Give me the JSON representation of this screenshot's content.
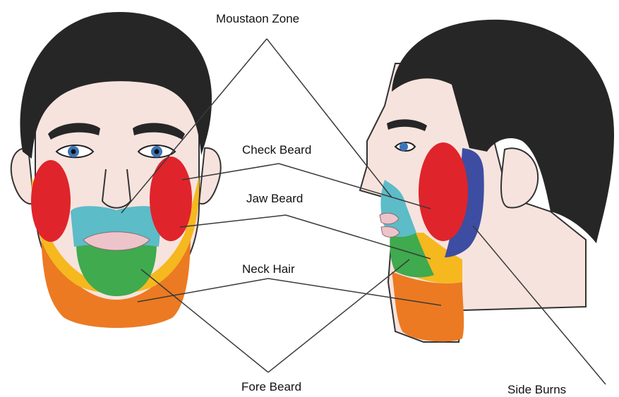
{
  "labels": {
    "moustache": "Moustaon Zone",
    "cheek": "Check Beard",
    "jaw": "Jaw Beard",
    "neck": "Neck Hair",
    "fore": "Fore Beard",
    "side": "Side Burns"
  },
  "colors": {
    "skin": "#f7e3dd",
    "hair": "#262626",
    "cheek": "#e0242b",
    "jaw": "#f5b81f",
    "neck": "#ec7a22",
    "fore": "#3faa4e",
    "moustache": "#5cbcc8",
    "side": "#3d4da2",
    "lips": "#eec4cb",
    "eye": "#3b74b8",
    "line": "#3a3a3a"
  }
}
